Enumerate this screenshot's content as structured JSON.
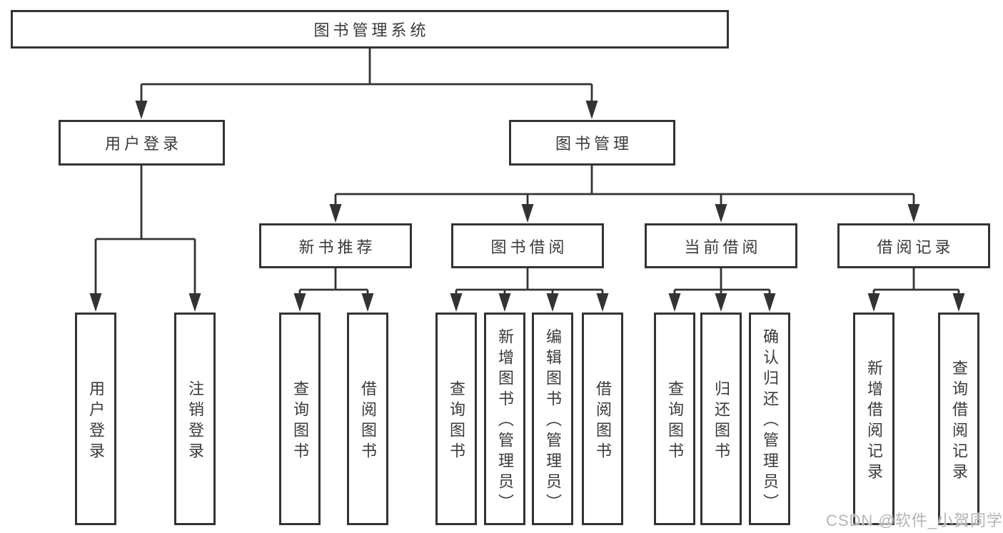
{
  "colors": {
    "line": "#333333",
    "text": "#3a3a3a",
    "watermark": "#b5b5b5",
    "background": "#ffffff"
  },
  "watermark": "CSDN @软件_小贺同学",
  "tree": {
    "label": "图书管理系统",
    "children": [
      {
        "label": "用户登录",
        "children": [
          {
            "label": "用户登录"
          },
          {
            "label": "注销登录"
          }
        ]
      },
      {
        "label": "图书管理",
        "children": [
          {
            "label": "新书推荐",
            "children": [
              {
                "label": "查询图书"
              },
              {
                "label": "借阅图书"
              }
            ]
          },
          {
            "label": "图书借阅",
            "children": [
              {
                "label": "查询图书"
              },
              {
                "label": "新增图书（管理员）"
              },
              {
                "label": "编辑图书（管理员）"
              },
              {
                "label": "借阅图书"
              }
            ]
          },
          {
            "label": "当前借阅",
            "children": [
              {
                "label": "查询图书"
              },
              {
                "label": "归还图书"
              },
              {
                "label": "确认归还（管理员）"
              }
            ]
          },
          {
            "label": "借阅记录",
            "children": [
              {
                "label": "新增借阅记录"
              },
              {
                "label": "查询借阅记录"
              }
            ]
          }
        ]
      }
    ]
  }
}
